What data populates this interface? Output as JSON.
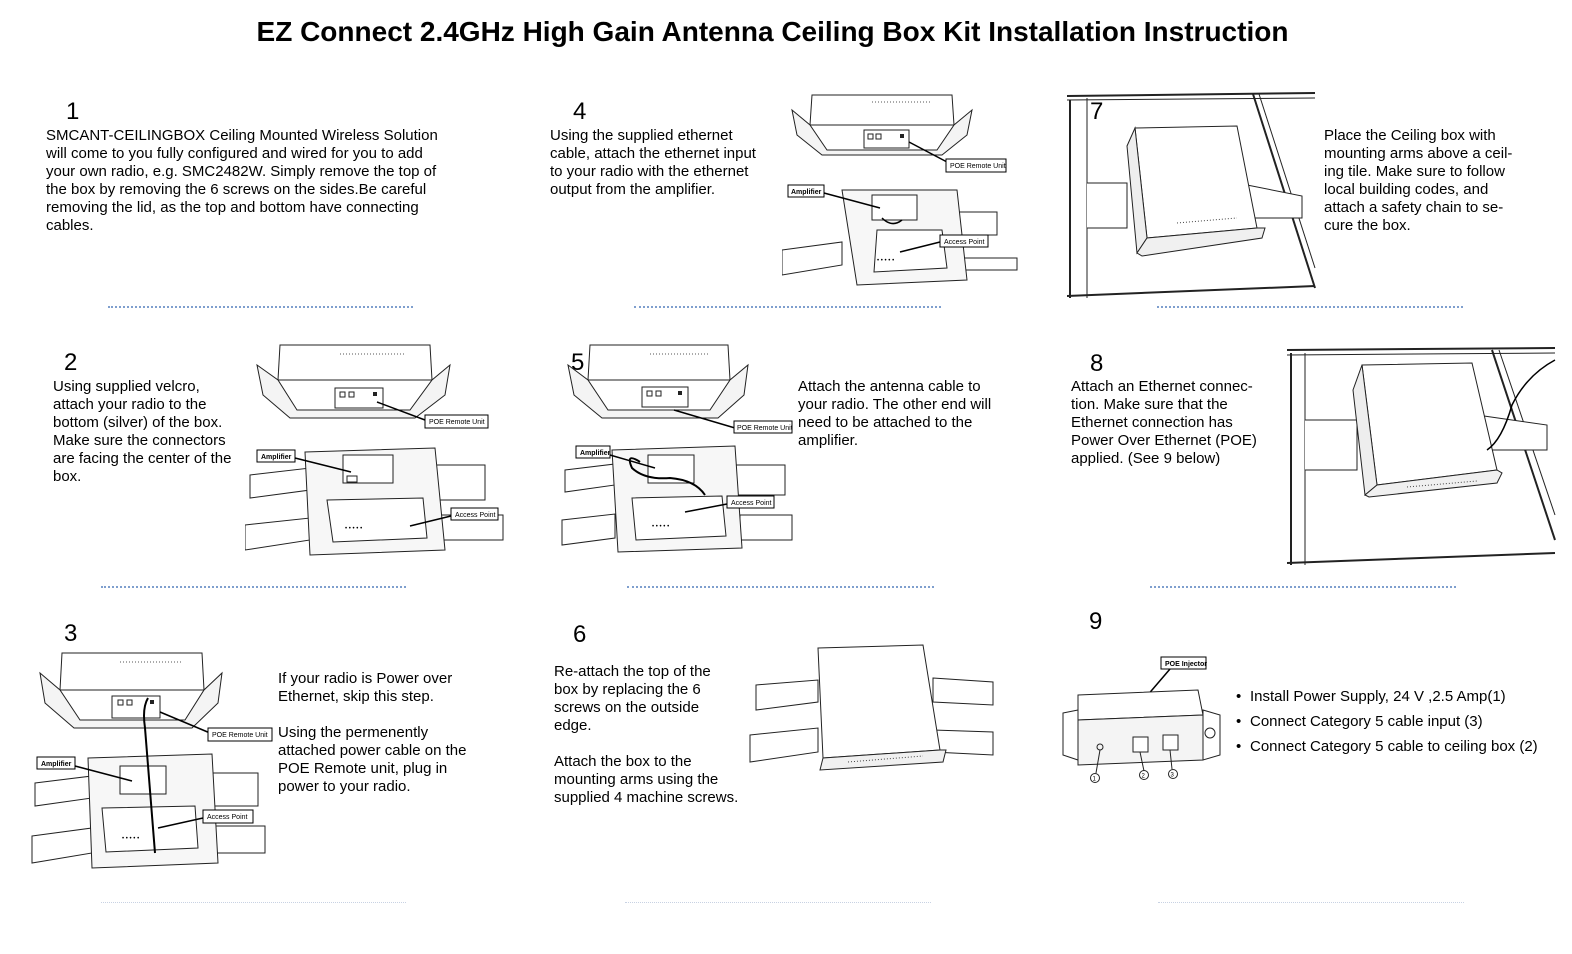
{
  "title": "EZ Connect 2.4GHz High Gain Antenna Ceiling Box Kit Installation Instruction",
  "steps": {
    "s1": {
      "number": "1",
      "lines": [
        "SMCANT-CEILINGBOX Ceiling Mounted Wireless Solution",
        "will come to you fully configured and wired for you to add",
        "your own radio, e.g. SMC2482W.  Simply remove the top of",
        "the box by removing the 6 screws on the sides.Be careful",
        "removing the lid, as the top and bottom have connecting",
        "cables."
      ]
    },
    "s2": {
      "number": "2",
      "lines": [
        "Using supplied velcro,",
        "attach your radio to the",
        "bottom (silver) of the box.",
        "Make sure the connectors",
        "are facing the center of the",
        "box."
      ]
    },
    "s3": {
      "number": "3",
      "p1": [
        "If your radio is Power over",
        "Ethernet, skip this step."
      ],
      "p2": [
        "Using the permenently",
        "attached power cable on the",
        "POE Remote unit, plug in",
        "power to your radio."
      ]
    },
    "s4": {
      "number": "4",
      "lines": [
        "Using the supplied ethernet",
        "cable, attach the ethernet input",
        "to your radio with the ethernet",
        "output from the amplifier."
      ]
    },
    "s5": {
      "number": "5",
      "lines": [
        "Attach the antenna  cable to",
        "your radio.  The other end will",
        "need to be attached to the",
        "amplifier."
      ]
    },
    "s6": {
      "number": "6",
      "p1": [
        "Re-attach the top of the",
        "box by replacing the 6",
        "screws on the outside",
        "edge."
      ],
      "p2": [
        "Attach the box to the",
        "mounting arms using the",
        "supplied 4 machine screws."
      ]
    },
    "s7": {
      "number": "7",
      "lines": [
        "Place the Ceiling box with",
        "mounting arms above a ceil-",
        "ing tile.  Make sure to follow",
        "local building codes, and",
        "attach a safety chain to se-",
        "cure  the box."
      ]
    },
    "s8": {
      "number": "8",
      "lines": [
        "Attach an Ethernet connec-",
        "tion.  Make sure that the",
        "Ethernet connection has",
        "Power Over Ethernet (POE)",
        "applied. (See 9 below)"
      ]
    },
    "s9": {
      "number": "9",
      "bullet": "•",
      "items": [
        "Install Power Supply, 24 V ,2.5 Amp(1)",
        "Connect Category 5 cable input (3)",
        "Connect Category 5 cable to ceiling box (2)"
      ]
    }
  },
  "labels": {
    "poe_remote": "POE Remote Unit",
    "amplifier": "Amplifier",
    "access_point": "Access Point",
    "poe_injector": "POE Injector",
    "port1": "1",
    "port2": "2",
    "port3": "3"
  }
}
